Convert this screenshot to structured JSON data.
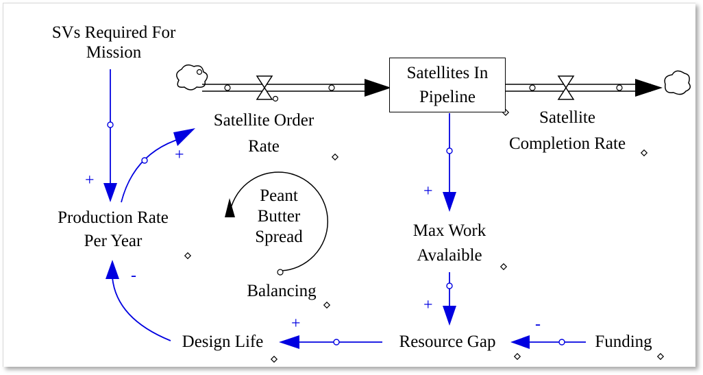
{
  "diagram": {
    "variables": {
      "svs_required": "SVs Required For\nMission",
      "satellite_order_rate": "Satellite Order\nRate",
      "satellites_in_pipeline": "Satellites In\nPipeline",
      "satellite_completion_rate": "Satellite\nCompletion Rate",
      "production_rate": "Production Rate\nPer Year",
      "max_work_available": "Max Work\nAvalaible",
      "resource_gap": "Resource Gap",
      "funding": "Funding",
      "design_life": "Design Life"
    },
    "loop": {
      "name": "Peant\nButter\nSpread",
      "type": "Balancing"
    },
    "polarities": {
      "svs_to_production": "+",
      "production_to_order": "+",
      "pipeline_to_maxwork": "+",
      "maxwork_to_gap": "+",
      "funding_to_gap": "-",
      "gap_to_design": "+",
      "design_to_production": "-"
    },
    "colors": {
      "link": "#0000e0",
      "flow": "#000000",
      "text": "#000000"
    }
  }
}
